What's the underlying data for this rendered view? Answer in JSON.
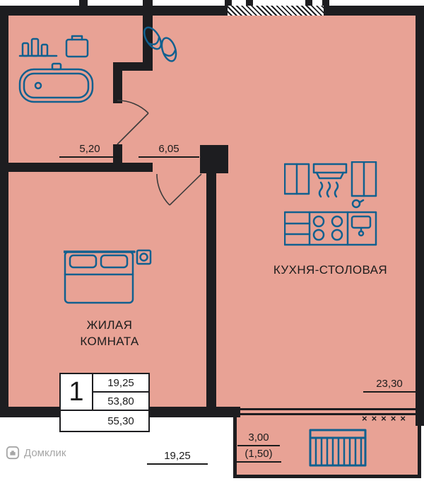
{
  "colors": {
    "background": "#e8a295",
    "wall": "#1d1d20",
    "icon": "#11608f",
    "text": "#1c1c1c",
    "watermark": "#a6a6a6"
  },
  "rooms": {
    "living": {
      "line1": "ЖИЛАЯ",
      "line2": "КОМНАТА",
      "area": "19,25"
    },
    "kitchen": {
      "label": "КУХНЯ-СТОЛОВАЯ",
      "area": "23,30"
    },
    "bathroom": {
      "area": "5,20"
    },
    "hallway": {
      "area": "6,05"
    },
    "balcony": {
      "area": "3,00",
      "area_reduced": "(1,50)"
    }
  },
  "info_box": {
    "rooms_count": "1",
    "living_area": "19,25",
    "area_without_balcony": "53,80",
    "total_area": "55,30"
  },
  "decorations": {
    "cross_hatch": "×××××"
  },
  "watermark": {
    "brand": "Домклик"
  }
}
